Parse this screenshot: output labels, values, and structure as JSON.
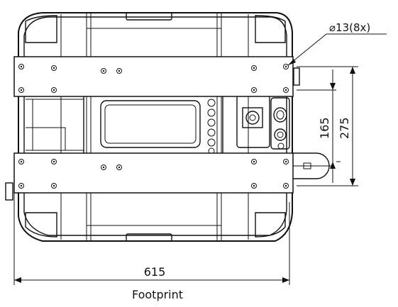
{
  "drawing": {
    "dimensions": {
      "hole_spec": "⌀13(8x)",
      "width_value": "615",
      "height_outer": "275",
      "height_inner": "165"
    },
    "caption": "Footprint"
  }
}
